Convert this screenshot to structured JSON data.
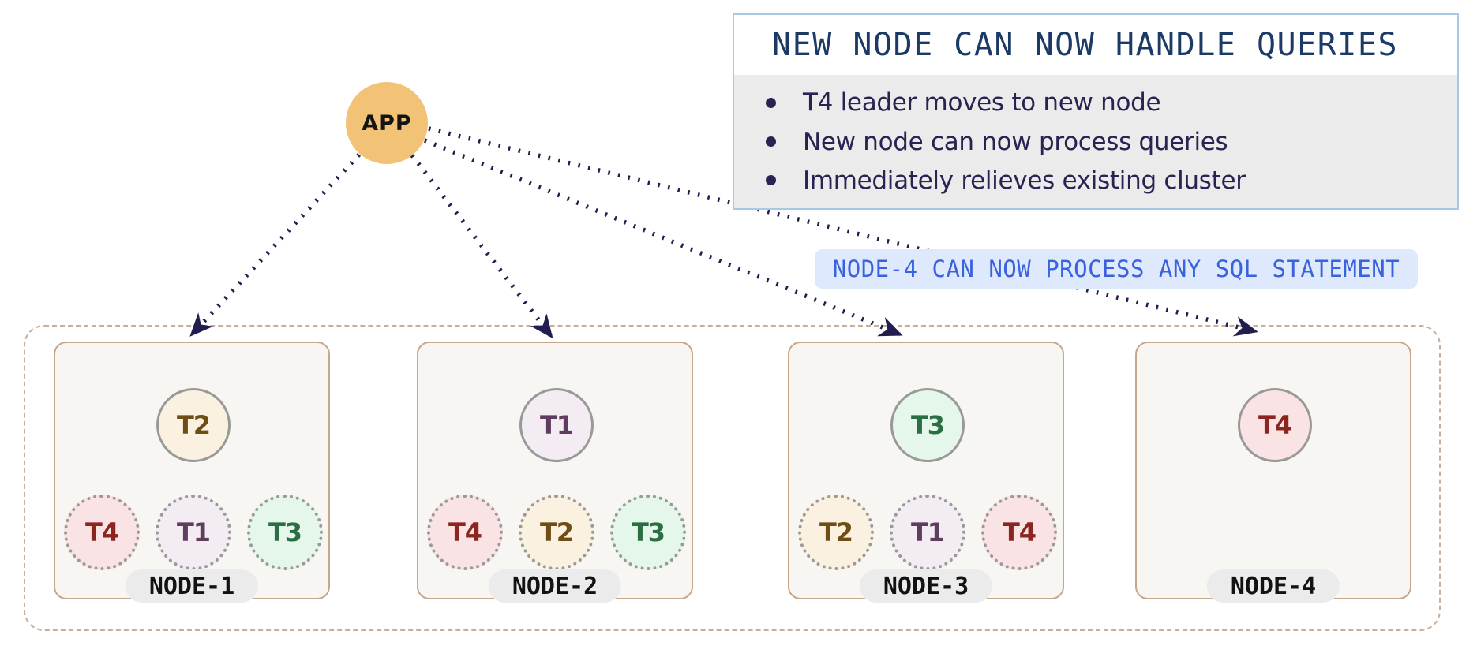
{
  "app": {
    "label": "APP"
  },
  "info_box": {
    "title": "NEW NODE CAN NOW HANDLE QUERIES",
    "bullets": [
      "T4 leader moves to new node",
      "New node can now process queries",
      "Immediately relieves existing cluster"
    ]
  },
  "callout": {
    "text": "NODE-4 CAN NOW PROCESS ANY SQL STATEMENT"
  },
  "cluster": {
    "nodes": [
      {
        "label": "NODE-1",
        "leader": "T2",
        "followers": [
          "T4",
          "T1",
          "T3"
        ]
      },
      {
        "label": "NODE-2",
        "leader": "T1",
        "followers": [
          "T4",
          "T2",
          "T3"
        ]
      },
      {
        "label": "NODE-3",
        "leader": "T3",
        "followers": [
          "T2",
          "T1",
          "T4"
        ]
      },
      {
        "label": "NODE-4",
        "leader": "T4",
        "followers": []
      }
    ]
  },
  "colors": {
    "app_fill": "#F2C277",
    "arrow_navy": "#221D4F",
    "info_title_navy": "#1B3B66",
    "info_body_gray": "#EBEBEB",
    "info_border_blue": "#A9C8E8",
    "callout_bg": "#DEE9FD",
    "callout_text": "#3A62DC",
    "cluster_dash": "#CBAE96",
    "node_box_bg": "#F8F6F3",
    "node_box_border": "#C5A78C",
    "t1": {
      "border": "#A76BA0",
      "fill": "#F3EDF3",
      "text": "#5E3D5E"
    },
    "t2": {
      "border": "#EE9426",
      "fill": "#FBF1E1",
      "text": "#6F4E15"
    },
    "t3": {
      "border": "#47BD68",
      "fill": "#E5F6EA",
      "text": "#2B6E43"
    },
    "t4": {
      "border": "#E8362C",
      "fill": "#FAE3E5",
      "text": "#8B2520"
    }
  }
}
